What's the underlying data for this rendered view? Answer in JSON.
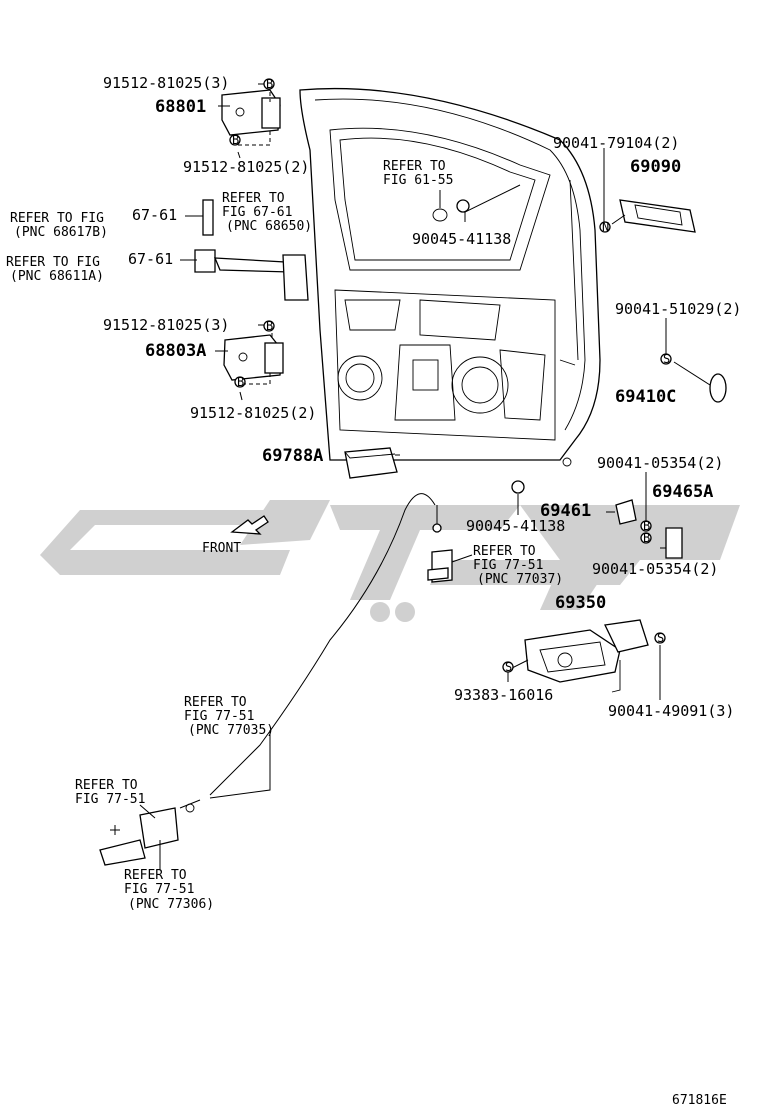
{
  "diagram": {
    "figure_code": "671816E",
    "front_label": "FRONT",
    "watermark_color": "#c8c8c8",
    "labels": {
      "p91512_3_top": "91512-81025(3)",
      "p68801": "68801",
      "p91512_2_top": "91512-81025(2)",
      "ref_fig_6761_a": "REFER TO",
      "ref_fig_6761_b": "FIG 67-61",
      "ref_pnc_68650": "(PNC 68650)",
      "ref_fig_6761_c": "REFER TO FIG",
      "ref_pnc_68617b": "(PNC 68617B)",
      "p6761_a": "67-61",
      "ref_fig_6761_d": "REFER TO FIG",
      "ref_pnc_68611a": "(PNC 68611A)",
      "p6761_b": "67-61",
      "p91512_3_mid": "91512-81025(3)",
      "p68803a": "68803A",
      "p91512_2_mid": "91512-81025(2)",
      "ref_fig_6155_a": "REFER TO",
      "ref_fig_6155_b": "FIG 61-55",
      "p90045_top": "90045-41138",
      "p90041_79104": "90041-79104(2)",
      "p69090": "69090",
      "p90041_51029": "90041-51029(2)",
      "p69410c": "69410C",
      "p69788a": "69788A",
      "p90041_05354_top": "90041-05354(2)",
      "p69461": "69461",
      "p69465a": "69465A",
      "p90045_bottom": "90045-41138",
      "p90041_05354_bottom": "90041-05354(2)",
      "ref_fig_7751_a1": "REFER TO",
      "ref_fig_7751_a2": "FIG 77-51",
      "ref_pnc_77037": "(PNC 77037)",
      "p69350": "69350",
      "p93383": "93383-16016",
      "p90041_49091": "90041-49091(3)",
      "ref_fig_7751_b1": "REFER TO",
      "ref_fig_7751_b2": "FIG 77-51",
      "ref_pnc_77035": "(PNC 77035)",
      "ref_fig_7751_c1": "REFER TO",
      "ref_fig_7751_c2": "FIG 77-51",
      "ref_fig_7751_d1": "REFER TO",
      "ref_fig_7751_d2": "FIG 77-51",
      "ref_pnc_77306": "(PNC 77306)"
    },
    "markers": {
      "bolt": "B",
      "screw": "S",
      "nut": "N"
    }
  }
}
